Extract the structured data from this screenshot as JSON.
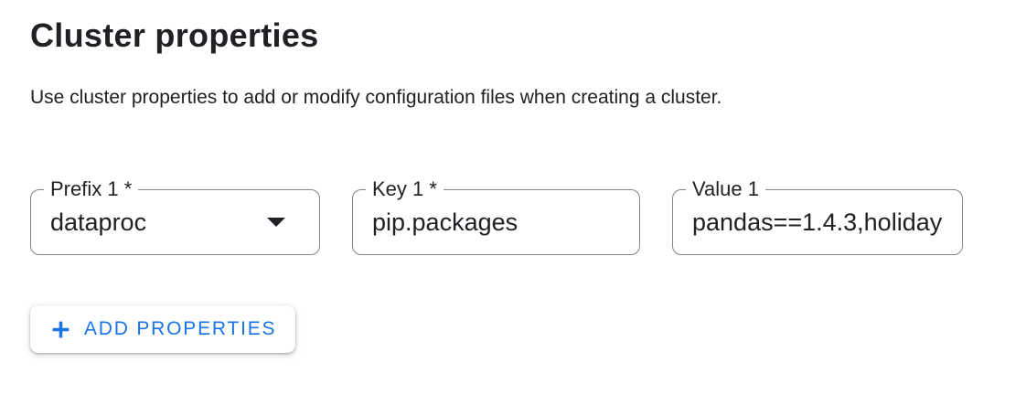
{
  "header": {
    "title": "Cluster properties",
    "description": "Use cluster properties to add or modify configuration files when creating a cluster."
  },
  "properties_row": {
    "fields": [
      {
        "label": "Prefix 1 *",
        "value": "dataproc",
        "control": "dropdown",
        "required": true
      },
      {
        "label": "Key 1 *",
        "value": "pip.packages",
        "control": "text-input",
        "required": true
      },
      {
        "label": "Value 1",
        "value": "pandas==1.4.3,holiday",
        "control": "text-input",
        "required": false
      }
    ]
  },
  "actions": {
    "add_properties": {
      "label": "ADD PROPERTIES",
      "icon": "plus-icon"
    }
  },
  "colors": {
    "accent_blue": "#1a73e8",
    "text_primary": "#202124",
    "field_border": "#80868b",
    "background": "#ffffff"
  }
}
